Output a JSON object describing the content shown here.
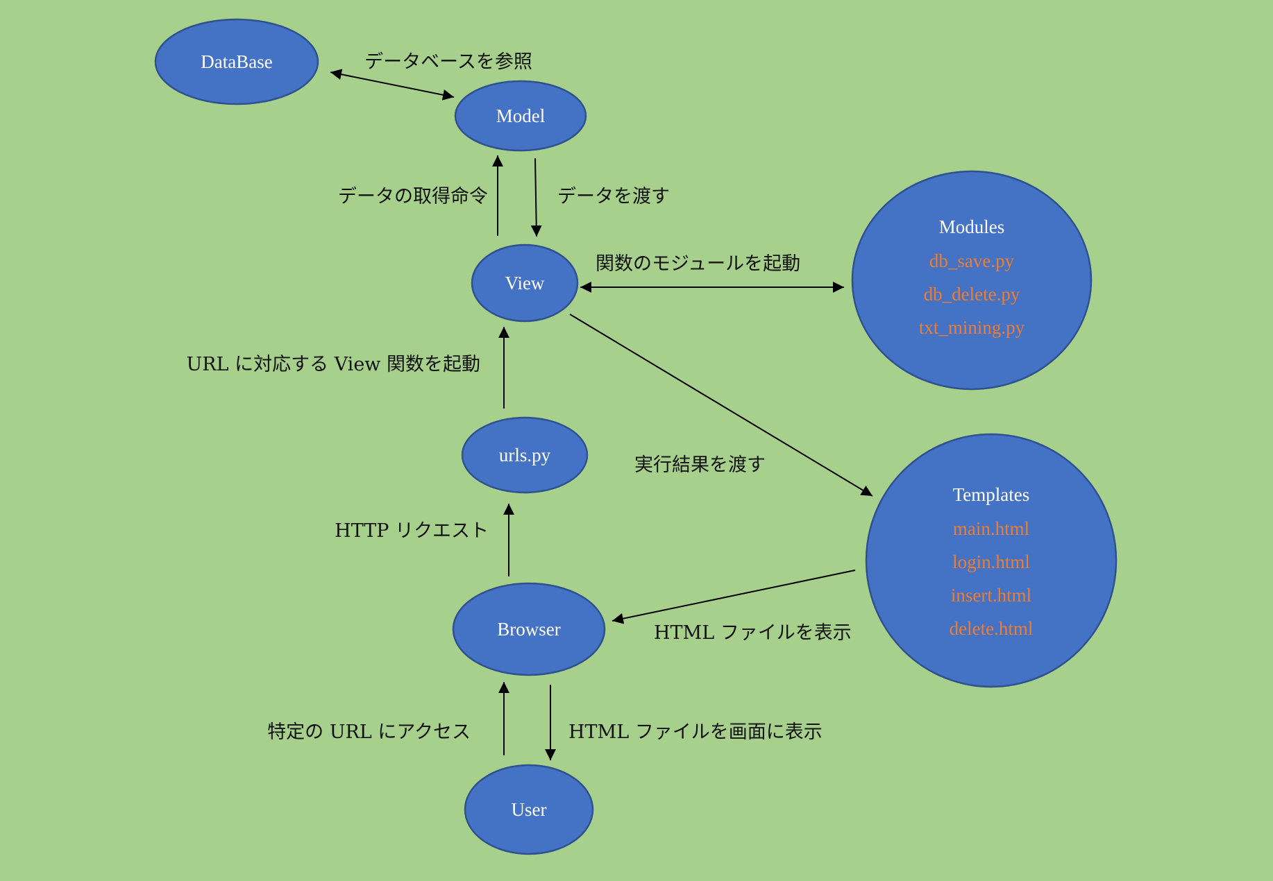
{
  "colors": {
    "background": "#a8d08d",
    "node_fill": "#4472c4",
    "node_border": "#2f528f",
    "node_title": "#ffffff",
    "node_item": "#ed7d31",
    "edge": "#000000"
  },
  "nodes": {
    "database": {
      "title": "DataBase"
    },
    "model": {
      "title": "Model"
    },
    "view": {
      "title": "View"
    },
    "modules": {
      "title": "Modules",
      "items": [
        "db_save.py",
        "db_delete.py",
        "txt_mining.py"
      ]
    },
    "urls": {
      "title": "urls.py"
    },
    "templates": {
      "title": "Templates",
      "items": [
        "main.html",
        "login.html",
        "insert.html",
        "delete.html"
      ]
    },
    "browser": {
      "title": "Browser"
    },
    "user": {
      "title": "User"
    }
  },
  "edges": {
    "database_model": {
      "label": "データベースを参照",
      "from": "model",
      "to": "database",
      "bidirectional": true
    },
    "view_to_model": {
      "label": "データの取得命令",
      "from": "view",
      "to": "model",
      "bidirectional": false
    },
    "model_to_view": {
      "label": "データを渡す",
      "from": "model",
      "to": "view",
      "bidirectional": false
    },
    "view_modules": {
      "label": "関数のモジュールを起動",
      "from": "view",
      "to": "modules",
      "bidirectional": true
    },
    "urls_to_view": {
      "label": "URL に対応する View 関数を起動",
      "from": "urls",
      "to": "view",
      "bidirectional": false
    },
    "view_to_templates": {
      "label": "実行結果を渡す",
      "from": "view",
      "to": "templates",
      "bidirectional": false
    },
    "browser_to_urls": {
      "label": "HTTP リクエスト",
      "from": "browser",
      "to": "urls",
      "bidirectional": false
    },
    "templates_to_browser": {
      "label": "HTML ファイルを表示",
      "from": "templates",
      "to": "browser",
      "bidirectional": false
    },
    "user_to_browser": {
      "label": "特定の URL にアクセス",
      "from": "user",
      "to": "browser",
      "bidirectional": false
    },
    "browser_to_user": {
      "label": "HTML ファイルを画面に表示",
      "from": "browser",
      "to": "user",
      "bidirectional": false
    }
  }
}
